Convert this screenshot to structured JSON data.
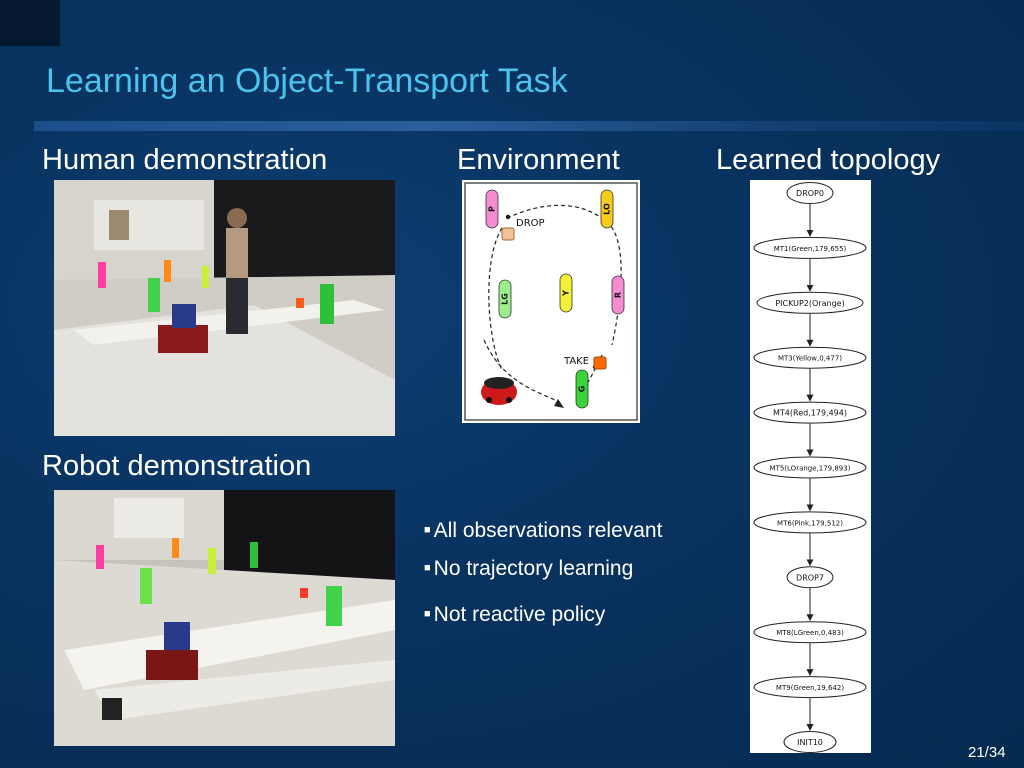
{
  "slide": {
    "title": "Learning an Object-Transport Task",
    "page_number": "21/34"
  },
  "headings": {
    "human_demo": "Human demonstration",
    "environment": "Environment",
    "learned_topology": "Learned topology",
    "robot_demo": "Robot demonstration"
  },
  "bullets": [
    "All observations relevant",
    "No trajectory learning",
    "Not reactive policy"
  ],
  "environment_diagram": {
    "posts": [
      {
        "label": "P",
        "color": "#f58bd0"
      },
      {
        "label": "LO",
        "color": "#f7cb1a"
      },
      {
        "label": "LG",
        "color": "#9bf08a"
      },
      {
        "label": "Y",
        "color": "#f4f03a"
      },
      {
        "label": "R",
        "color": "#f58bd0"
      },
      {
        "label": "G",
        "color": "#3ad33a"
      }
    ],
    "drop_label": "DROP",
    "take_label": "TAKE"
  },
  "topology_nodes": [
    "DROP0",
    "MT1(Green,179,655)",
    "PICKUP2(Orange)",
    "MT3(Yellow,0,477)",
    "MT4(Red,179,494)",
    "MT5(LOrange,179,893)",
    "MT6(Pink,179,512)",
    "DROP7",
    "MT8(LGreen,0,483)",
    "MT9(Green,19,642)",
    "INIT10"
  ]
}
